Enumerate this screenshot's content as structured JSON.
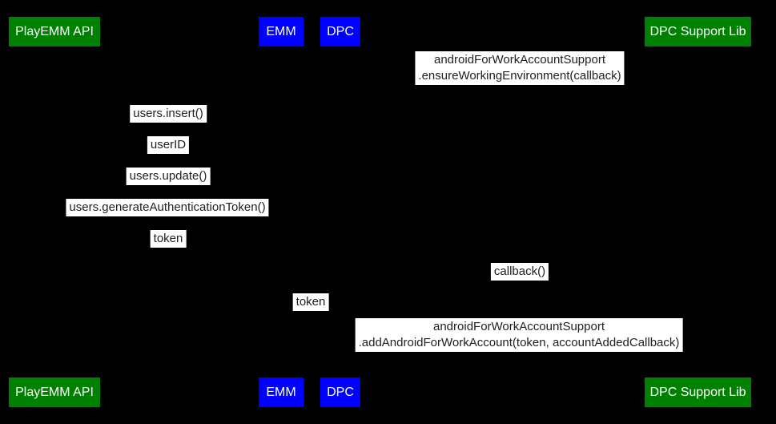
{
  "colors": {
    "background": "#000000",
    "actor_green": "#008000",
    "actor_blue": "#0000ff",
    "actor_text": "#ffffff",
    "message_bg": "#ffffff",
    "message_text": "#212121"
  },
  "actors": [
    {
      "id": "playemm-api",
      "label": "PlayEMM API",
      "color": "#008000"
    },
    {
      "id": "emm",
      "label": "EMM",
      "color": "#0000ff"
    },
    {
      "id": "dpc",
      "label": "DPC",
      "color": "#0000ff"
    },
    {
      "id": "dpc-support-lib",
      "label": "DPC Support Lib",
      "color": "#008000"
    }
  ],
  "messages": [
    {
      "lines": [
        "androidForWorkAccountSupport",
        ".ensureWorkingEnvironment(callback)"
      ]
    },
    {
      "lines": [
        "users.insert()"
      ]
    },
    {
      "lines": [
        "userID"
      ]
    },
    {
      "lines": [
        "users.update()"
      ]
    },
    {
      "lines": [
        "users.generateAuthenticationToken()"
      ]
    },
    {
      "lines": [
        "token"
      ]
    },
    {
      "lines": [
        "callback()"
      ]
    },
    {
      "lines": [
        "token"
      ]
    },
    {
      "lines": [
        "androidForWorkAccountSupport",
        ".addAndroidForWorkAccount(token, accountAddedCallback)"
      ]
    }
  ]
}
